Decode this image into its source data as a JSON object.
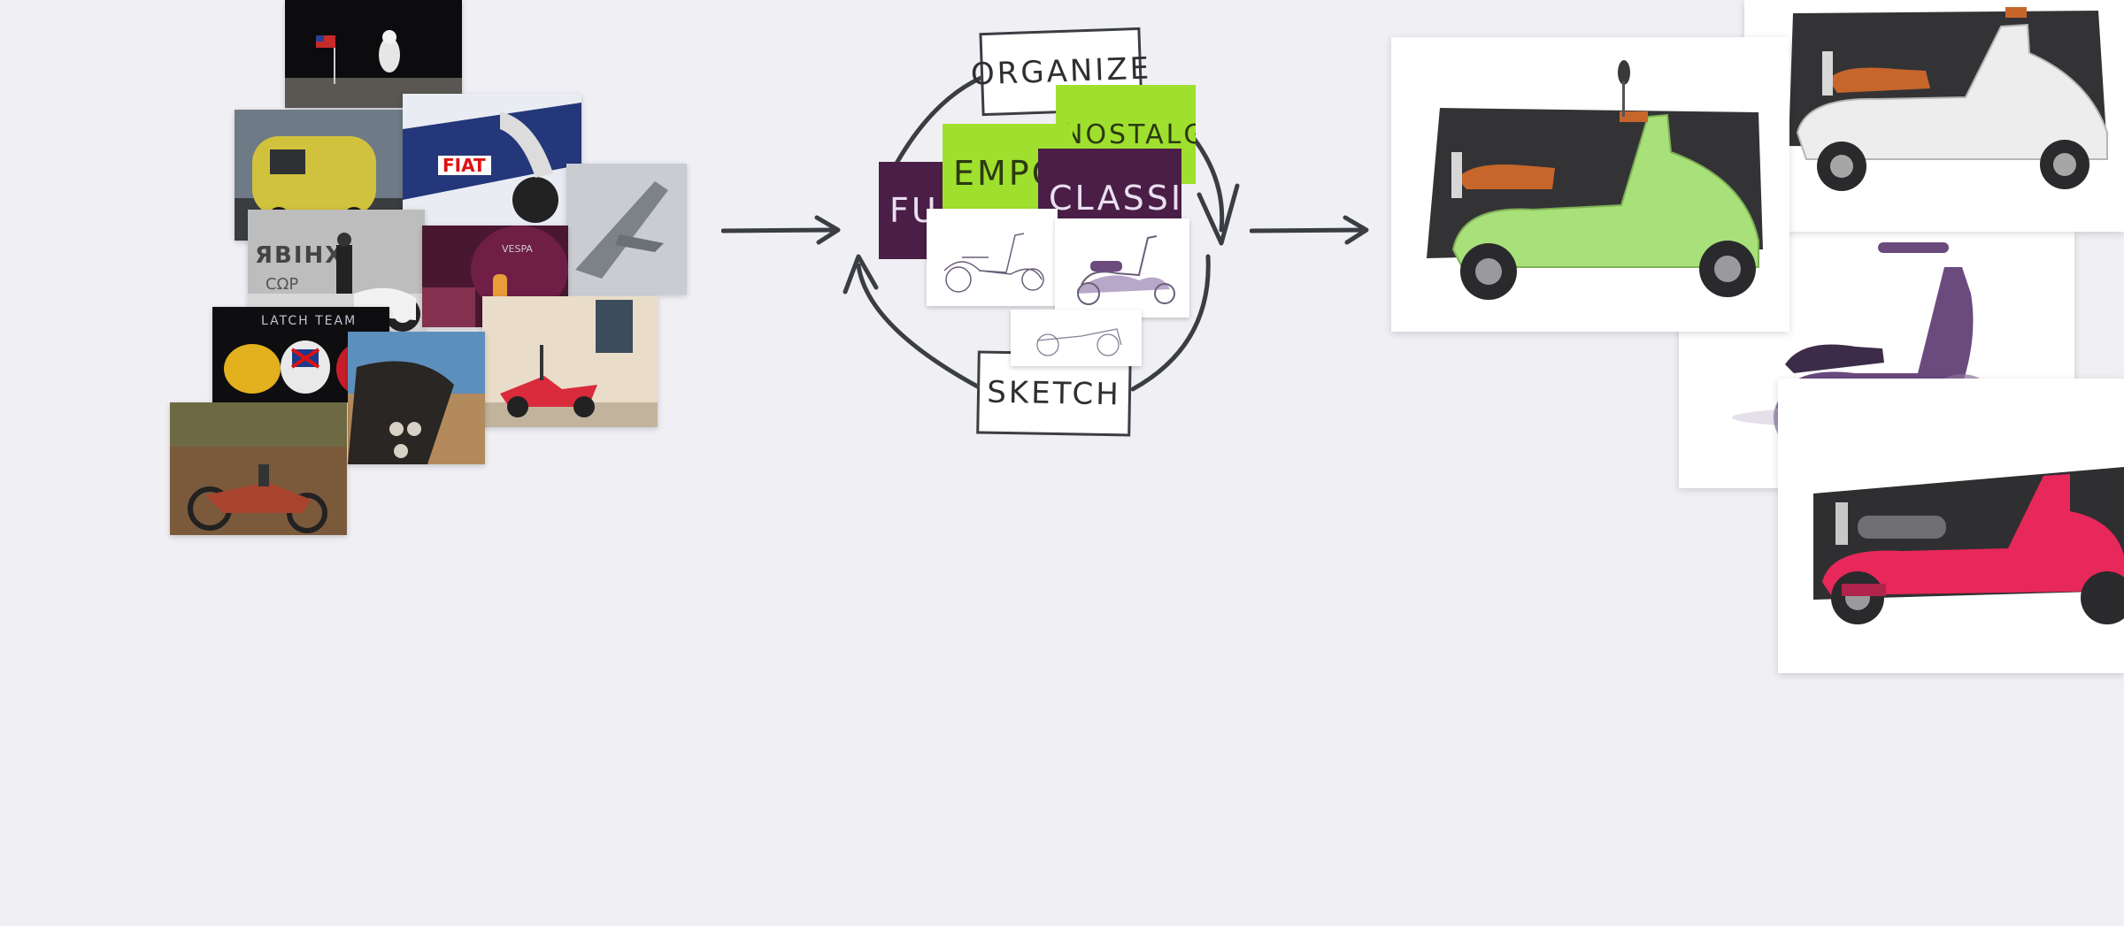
{
  "canvas": {
    "background": "#efeff4"
  },
  "collage": {
    "photos": [
      {
        "name": "moon-landing-photo"
      },
      {
        "name": "yellow-camper-photo"
      },
      {
        "name": "motorcycle-racer-photo"
      },
      {
        "name": "jet-photo"
      },
      {
        "name": "graffiti-rider-photo"
      },
      {
        "name": "purple-vespa-photo"
      },
      {
        "name": "red-scooter-street-photo"
      },
      {
        "name": "scooter-group-photo"
      },
      {
        "name": "headlight-detail-photo"
      },
      {
        "name": "vintage-bikes-photo"
      }
    ]
  },
  "process": {
    "organize_label": "Organize",
    "sketch_label": "Sketch",
    "stickies": [
      {
        "text": "Nostalgic",
        "color": "#9fe02f"
      },
      {
        "text": "Empow",
        "color": "#9fe02f"
      },
      {
        "text": "Fu",
        "color": "#4a1e47"
      },
      {
        "text": "Classic",
        "color": "#4a1e47"
      }
    ]
  },
  "renders": {
    "items": [
      {
        "name": "green-scooter-render",
        "color": "#a8e07a"
      },
      {
        "name": "white-scooter-render",
        "color": "#ededed"
      },
      {
        "name": "purple-scooter-render",
        "color": "#6b4a7e"
      },
      {
        "name": "red-scooter-render",
        "color": "#e8275a"
      }
    ]
  }
}
